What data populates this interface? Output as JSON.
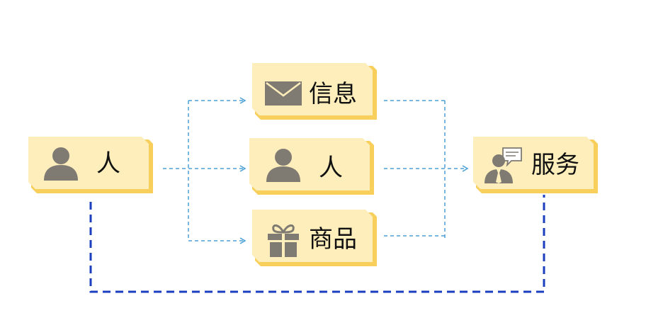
{
  "colors": {
    "card_fill": "#fdeebb",
    "card_shadow": "#f7cf5a",
    "icon_gray": "#7f7a72",
    "flow_dashed": "#4a9fd5",
    "feedback_dashed": "#1b3dbf",
    "label_text": "#111111"
  },
  "nodes": {
    "person_left": {
      "label": "人",
      "icon": "person-icon"
    },
    "info": {
      "label": "信息",
      "icon": "envelope-icon"
    },
    "person_center": {
      "label": "人",
      "icon": "person-icon"
    },
    "goods": {
      "label": "商品",
      "icon": "gift-icon"
    },
    "service": {
      "label": "服务",
      "icon": "customer-service-icon"
    }
  }
}
